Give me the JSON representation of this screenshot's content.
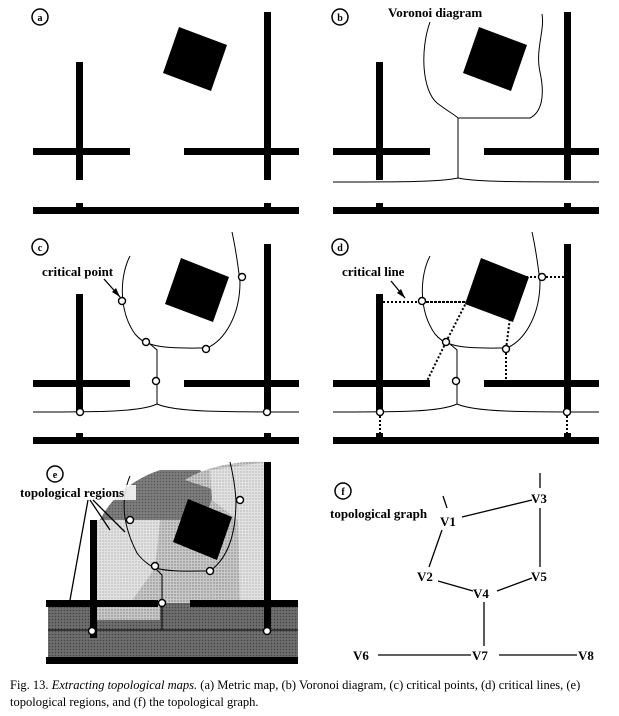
{
  "panels": {
    "a": {
      "letter": "a"
    },
    "b": {
      "letter": "b",
      "label": "Voronoi diagram"
    },
    "c": {
      "letter": "c",
      "label": "critical point"
    },
    "d": {
      "letter": "d",
      "label": "critical line"
    },
    "e": {
      "letter": "e",
      "label": "topological regions"
    },
    "f": {
      "letter": "f",
      "label": "topological graph"
    }
  },
  "graph": {
    "nodes": [
      "V1",
      "V2",
      "V3",
      "V4",
      "V5",
      "V6",
      "V7",
      "V8"
    ],
    "edges": [
      [
        "V1",
        "V3"
      ],
      [
        "V1",
        "V2"
      ],
      [
        "V2",
        "V4"
      ],
      [
        "V3",
        "V5"
      ],
      [
        "V5",
        "V4"
      ],
      [
        "V4",
        "V7"
      ],
      [
        "V6",
        "V7"
      ],
      [
        "V7",
        "V8"
      ]
    ]
  },
  "caption": {
    "fig": "Fig. 13.",
    "title": "Extracting topological maps.",
    "text": "(a) Metric map, (b) Voronoi diagram, (c) critical points, (d) critical lines, (e) topological regions, and (f) the topological graph."
  }
}
